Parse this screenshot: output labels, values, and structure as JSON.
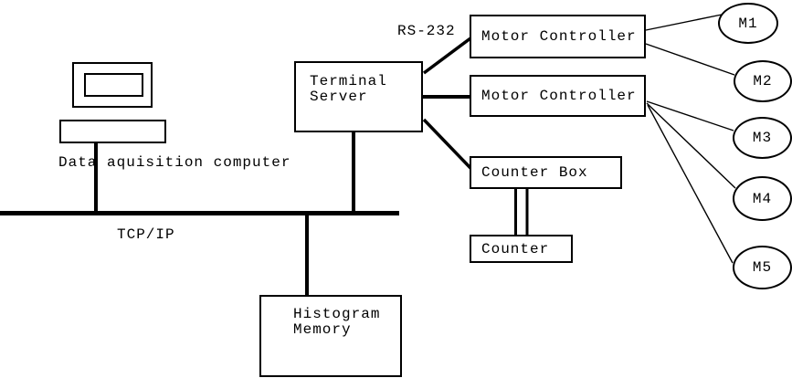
{
  "colors": {
    "line": "#000000",
    "background": "#ffffff",
    "text": "#000000"
  },
  "diagram": {
    "computer": {
      "caption": "Data aquisition computer"
    },
    "bus": {
      "label": "TCP/IP"
    },
    "serial_link": {
      "label": "RS-232"
    },
    "boxes": {
      "terminal_server": {
        "line1": "Terminal",
        "line2": "Server"
      },
      "motor_controller_1": {
        "label": "Motor Controller"
      },
      "motor_controller_2": {
        "label": "Motor Controller"
      },
      "counter_box": {
        "label": "Counter Box"
      },
      "counter": {
        "label": "Counter"
      },
      "histogram_memory": {
        "line1": "Histogram",
        "line2": "Memory"
      }
    },
    "motors": [
      {
        "label": "M1"
      },
      {
        "label": "M2"
      },
      {
        "label": "M3"
      },
      {
        "label": "M4"
      },
      {
        "label": "M5"
      }
    ]
  }
}
